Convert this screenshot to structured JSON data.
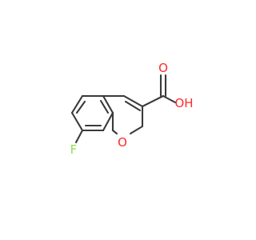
{
  "molecule": {
    "atoms": {
      "O_carbonyl": {
        "text": "O",
        "color": "#ff2a2a"
      },
      "OH": {
        "text": "OH",
        "color": "#ff2a2a"
      },
      "O_ring": {
        "text": "O",
        "color": "#ff2a2a"
      },
      "F": {
        "text": "F",
        "color": "#90e050"
      }
    },
    "bond_color": "#3a3a3a"
  }
}
